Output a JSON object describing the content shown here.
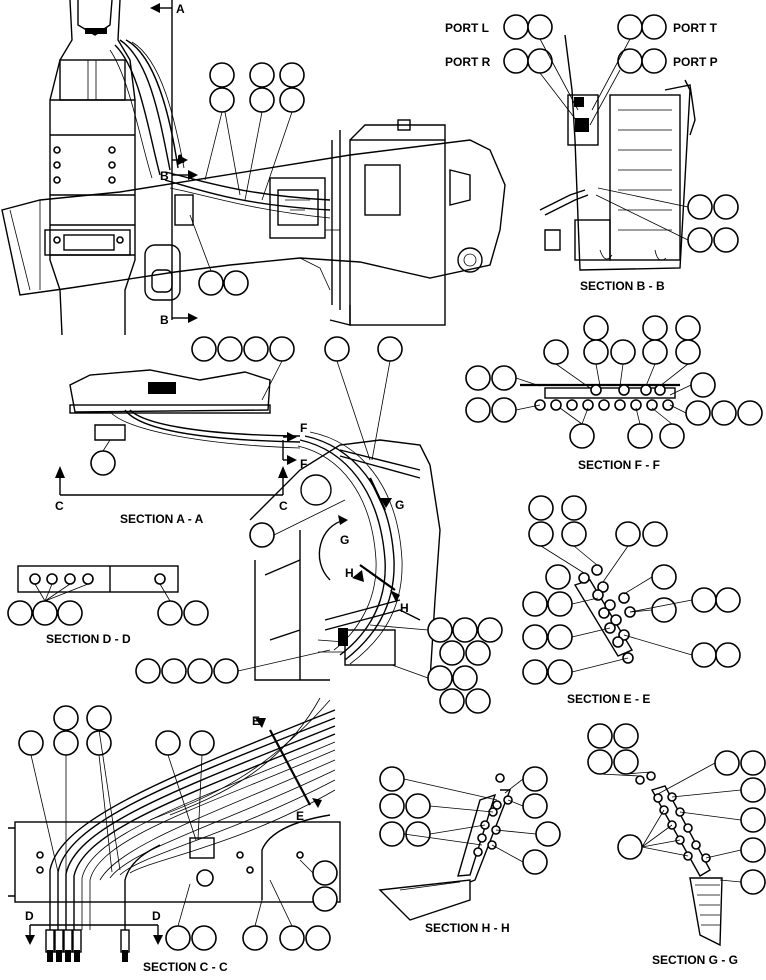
{
  "labels": {
    "port_l": "PORT L",
    "port_t": "PORT T",
    "port_r": "PORT R",
    "port_p": "PORT P",
    "section_bb": "SECTION B - B",
    "section_ff": "SECTION F - F",
    "section_aa": "SECTION A - A",
    "section_dd": "SECTION D - D",
    "section_ee": "SECTION E - E",
    "section_cc": "SECTION C - C",
    "section_hh": "SECTION H - H",
    "section_gg": "SECTION G - G"
  },
  "cut_letters": {
    "a": "A",
    "b": "B",
    "c": "C",
    "d": "D",
    "e": "E",
    "f": "F",
    "g": "G",
    "h": "H"
  }
}
